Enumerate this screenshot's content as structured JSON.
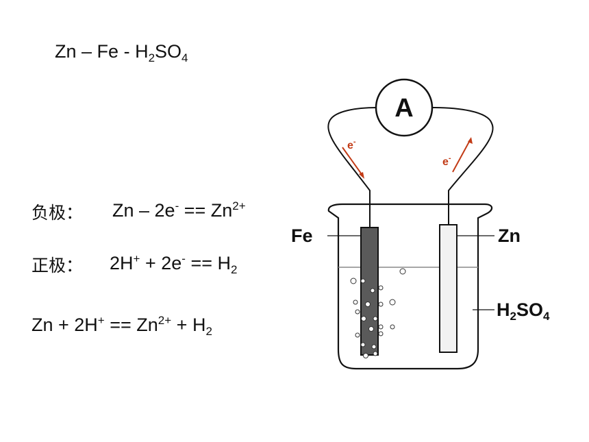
{
  "title": {
    "zn": "Zn",
    "dash1": " – ",
    "fe": "Fe",
    "dash2": " - ",
    "h": "H",
    "h_sub": "2",
    "so": "SO",
    "so_sub": "4"
  },
  "negative": {
    "label": "负极：",
    "zn": "Zn – 2e",
    "e_sup": "-",
    "mid": " == Zn",
    "zn_sup": "2+"
  },
  "positive": {
    "label": "正极：",
    "h": "2H",
    "h_sup": "+",
    "plus": " + 2e",
    "e_sup": "-",
    "eq": " == H",
    "h2_sub": "2"
  },
  "total": {
    "left": "Zn + 2H",
    "h_sup": "+",
    "mid": " == Zn",
    "zn_sup": "2+",
    "right": " + H",
    "h2_sub": "2"
  },
  "diagram": {
    "ammeter_label": "A",
    "electron_label": "e",
    "electron_sup": "-",
    "fe_label": "Fe",
    "zn_label": "Zn",
    "acid_h": "H",
    "acid_h_sub": "2",
    "acid_so": "SO",
    "acid_so_sub": "4",
    "colors": {
      "fe_electrode": "#5a5a5a",
      "zn_electrode": "#f2f2f2",
      "arrow": "#c23b16"
    }
  }
}
